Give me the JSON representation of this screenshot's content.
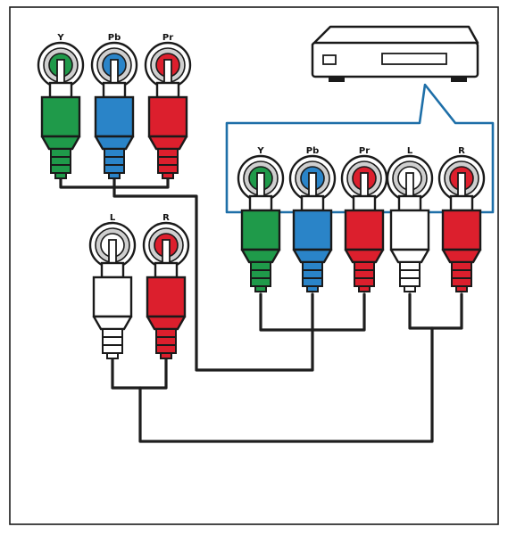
{
  "colors": {
    "frame": "#1a1a1a",
    "cable": "#1e1e1e",
    "highlight": "#1e6fa8",
    "green": "#1f9a4a",
    "blue": "#2a84c8",
    "red": "#dc1f2d",
    "white": "#ffffff",
    "device": "#ffffff"
  },
  "device": {
    "name": "device-box-icon"
  },
  "jacks_top_left": {
    "labels": [
      "Y",
      "Pb",
      "Pr"
    ],
    "colors": [
      "green",
      "blue",
      "red"
    ]
  },
  "jacks_audio_left": {
    "labels": [
      "L",
      "R"
    ],
    "colors": [
      "white",
      "red"
    ]
  },
  "jacks_device": {
    "labels": [
      "Y",
      "Pb",
      "Pr",
      "L",
      "R"
    ],
    "colors": [
      "green",
      "blue",
      "red",
      "white",
      "red"
    ]
  }
}
